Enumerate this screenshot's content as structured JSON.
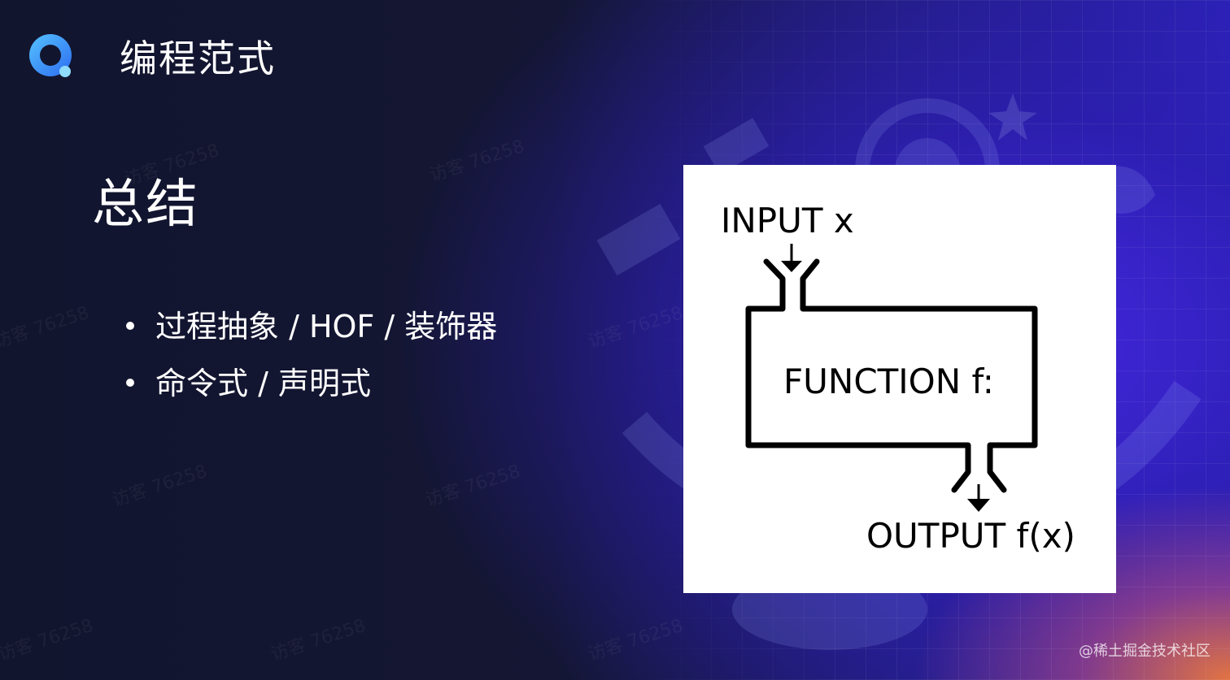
{
  "header": {
    "title": "编程范式"
  },
  "section": {
    "title": "总结"
  },
  "bullets": [
    "过程抽象 / HOF / 装饰器",
    "命令式 / 声明式"
  ],
  "diagram": {
    "input_label": "INPUT x",
    "function_label": "FUNCTION f:",
    "output_label": "OUTPUT f(x)"
  },
  "watermark": "访客 76258",
  "footer": {
    "credit": "@稀土掘金技术社区"
  },
  "colors": {
    "background_dark": "#12152e",
    "background_accent": "#2b22b8",
    "logo_blue": "#3aa0ff"
  },
  "icons": {
    "logo": "q-logo-icon"
  }
}
